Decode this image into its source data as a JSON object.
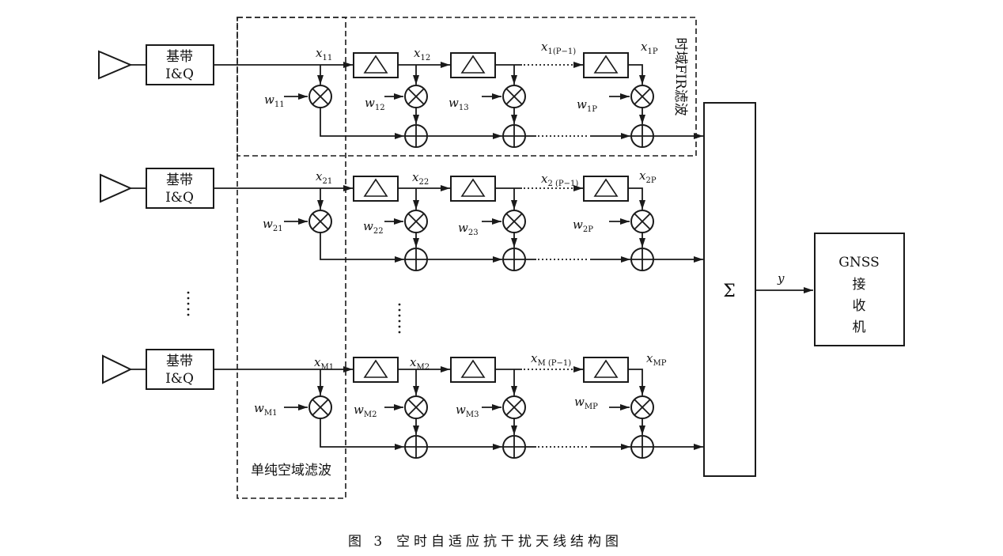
{
  "channels": [
    {
      "baseband": {
        "line1": "基带",
        "line2": "I&Q"
      },
      "x_labels": [
        {
          "base": "x",
          "sub": "11"
        },
        {
          "base": "x",
          "sub": "12"
        },
        {
          "base": "x",
          "sub": "1(P−1)"
        },
        {
          "base": "x",
          "sub": "1P"
        }
      ],
      "w_labels": [
        {
          "base": "w",
          "sub": "11"
        },
        {
          "base": "w",
          "sub": "12"
        },
        {
          "base": "w",
          "sub": "13"
        },
        {
          "base": "w",
          "sub": "1P"
        }
      ]
    },
    {
      "baseband": {
        "line1": "基带",
        "line2": "I&Q"
      },
      "x_labels": [
        {
          "base": "x",
          "sub": "21"
        },
        {
          "base": "x",
          "sub": "22"
        },
        {
          "base": "x",
          "sub": "2 (P−1)"
        },
        {
          "base": "x",
          "sub": "2P"
        }
      ],
      "w_labels": [
        {
          "base": "w",
          "sub": "21"
        },
        {
          "base": "w",
          "sub": "22"
        },
        {
          "base": "w",
          "sub": "23"
        },
        {
          "base": "w",
          "sub": "2P"
        }
      ]
    },
    {
      "baseband": {
        "line1": "基带",
        "line2": "I&Q"
      },
      "x_labels": [
        {
          "base": "x",
          "sub": "M1"
        },
        {
          "base": "x",
          "sub": "M2"
        },
        {
          "base": "x",
          "sub": "M (P−1)"
        },
        {
          "base": "x",
          "sub": "MP"
        }
      ],
      "w_labels": [
        {
          "base": "w",
          "sub": "M1"
        },
        {
          "base": "w",
          "sub": "M2"
        },
        {
          "base": "w",
          "sub": "M3"
        },
        {
          "base": "w",
          "sub": "MP"
        }
      ]
    }
  ],
  "spatial_filter_label": "单纯空域滤波",
  "fir_filter_label": "时域FIR滤波",
  "combiner": {
    "symbol": "Σ"
  },
  "output_label": "y",
  "receiver": {
    "lines": [
      "GNSS",
      "接",
      "收",
      "机"
    ]
  },
  "caption": {
    "figure_number": "图 3",
    "title": "空时自适应抗干扰天线结构图"
  }
}
